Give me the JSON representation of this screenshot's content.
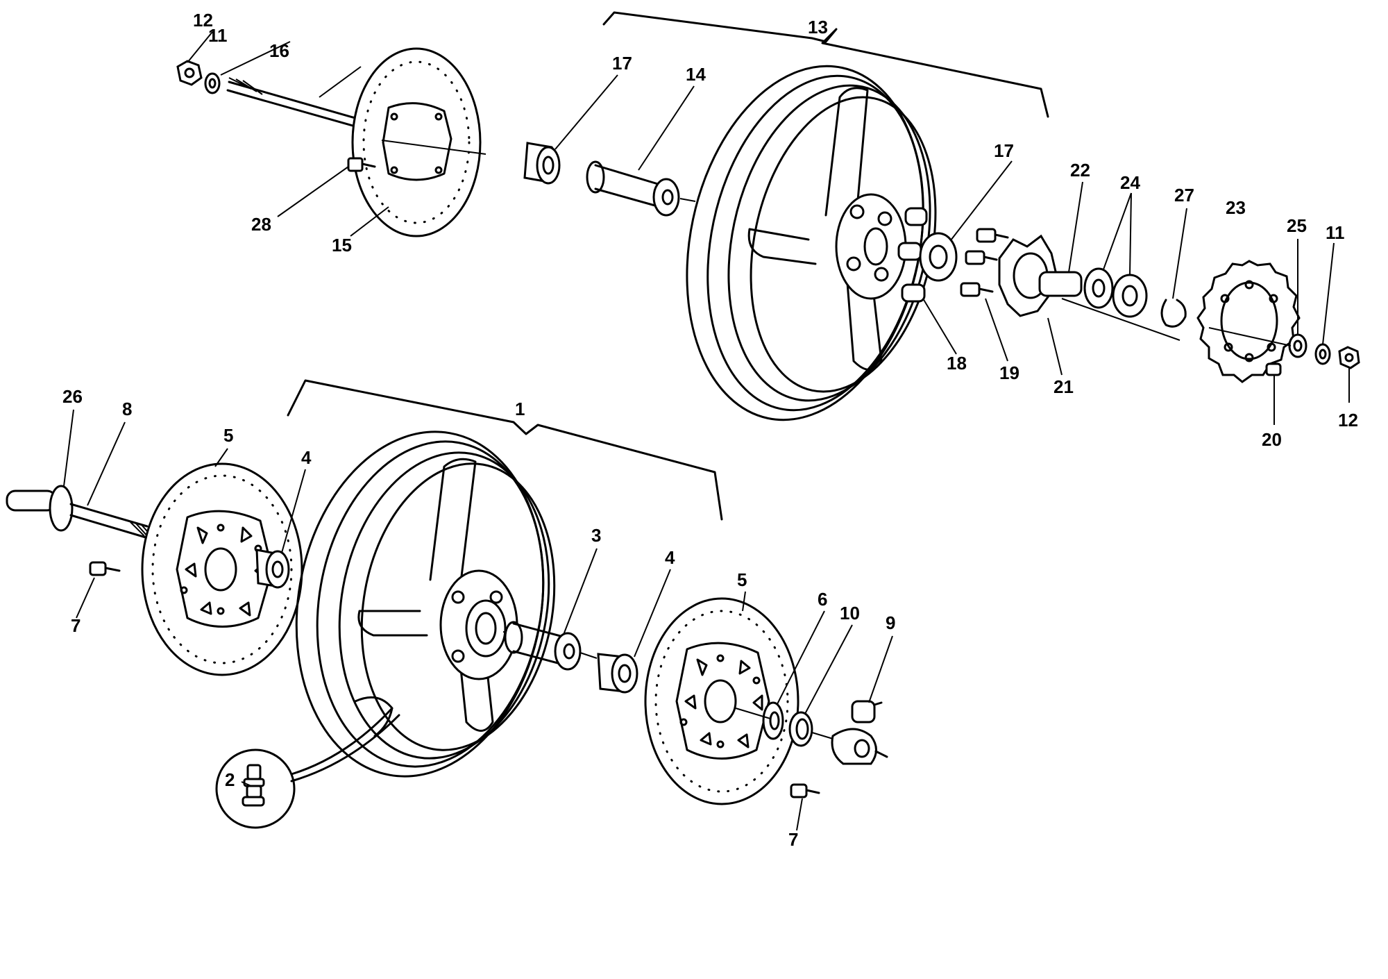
{
  "callouts": {
    "c1": "1",
    "c2": "2",
    "c3": "3",
    "c4a": "4",
    "c4b": "4",
    "c5a": "5",
    "c5b": "5",
    "c6": "6",
    "c7a": "7",
    "c7b": "7",
    "c8": "8",
    "c9": "9",
    "c10": "10",
    "c11a": "11",
    "c11b": "11",
    "c12a": "12",
    "c12b": "12",
    "c13": "13",
    "c14": "14",
    "c15": "15",
    "c16": "16",
    "c17a": "17",
    "c17b": "17",
    "c18": "18",
    "c19": "19",
    "c20": "20",
    "c21": "21",
    "c22": "22",
    "c23": "23",
    "c24": "24",
    "c25": "25",
    "c26": "26",
    "c27": "27",
    "c28": "28"
  }
}
